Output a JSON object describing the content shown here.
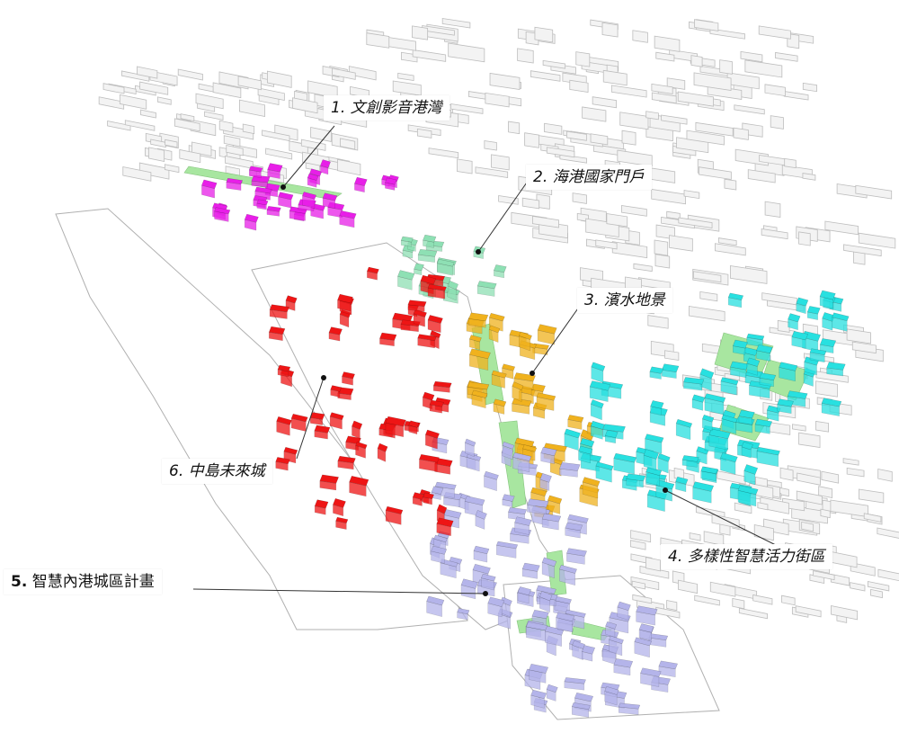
{
  "labels": {
    "district1": "1. 文創影音港灣",
    "district2": "2. 海港國家門戶",
    "district3": "3. 濱水地景",
    "district4": "4. 多樣性智慧活力街區",
    "district5_num": "5.",
    "district5_name": " 智慧內港城區計畫",
    "district6": "6. 中島未來城"
  },
  "colors": {
    "district1": "#e81ee8",
    "district2": "#8ee0b4",
    "district3": "#f0b21e",
    "district4": "#28e0e0",
    "district5": "#b4b4ea",
    "district6": "#ee1515",
    "greenspace": "#a8e6a0",
    "existing_buildings": "#f2f2f2",
    "land": "#ffffff",
    "outline": "#9a9a9a"
  }
}
